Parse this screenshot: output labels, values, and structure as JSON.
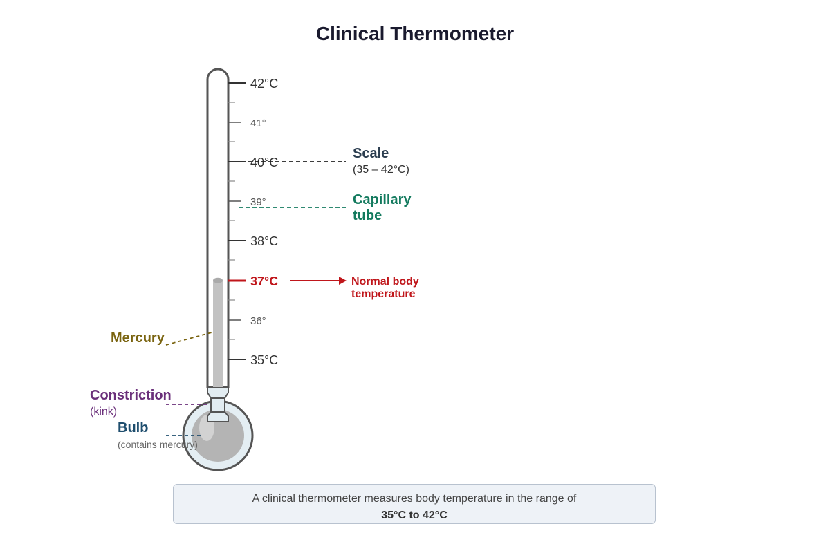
{
  "title": "Clinical Thermometer",
  "scale_labels": {
    "t42": "42°C",
    "t41": "41°",
    "t40": "40°C",
    "t39": "39°",
    "t38": "38°C",
    "t37": "37°C",
    "t36": "36°",
    "t35": "35°C"
  },
  "callouts": {
    "scale": {
      "title": "Scale",
      "sub": "(35 – 42°C)"
    },
    "capillary": {
      "line1": "Capillary",
      "line2": "tube"
    },
    "normal": {
      "line1": "Normal body",
      "line2": "temperature"
    },
    "mercury": {
      "title": "Mercury"
    },
    "constriction": {
      "title": "Constriction",
      "sub": "(kink)"
    },
    "bulb": {
      "title": "Bulb",
      "sub": "(contains mercury)"
    }
  },
  "caption": {
    "line1": "A clinical thermometer measures body temperature in the range of",
    "line2": "35°C to 42°C"
  },
  "reading": {
    "mercury_level_c": 37,
    "range_c": [
      35,
      42
    ]
  },
  "colors": {
    "scale": "#2c3e50",
    "capillary": "#137a5e",
    "normal": "#c0161b",
    "mercury": "#7a6410",
    "constriction": "#6a2f7a",
    "bulb": "#1f4e6e"
  }
}
